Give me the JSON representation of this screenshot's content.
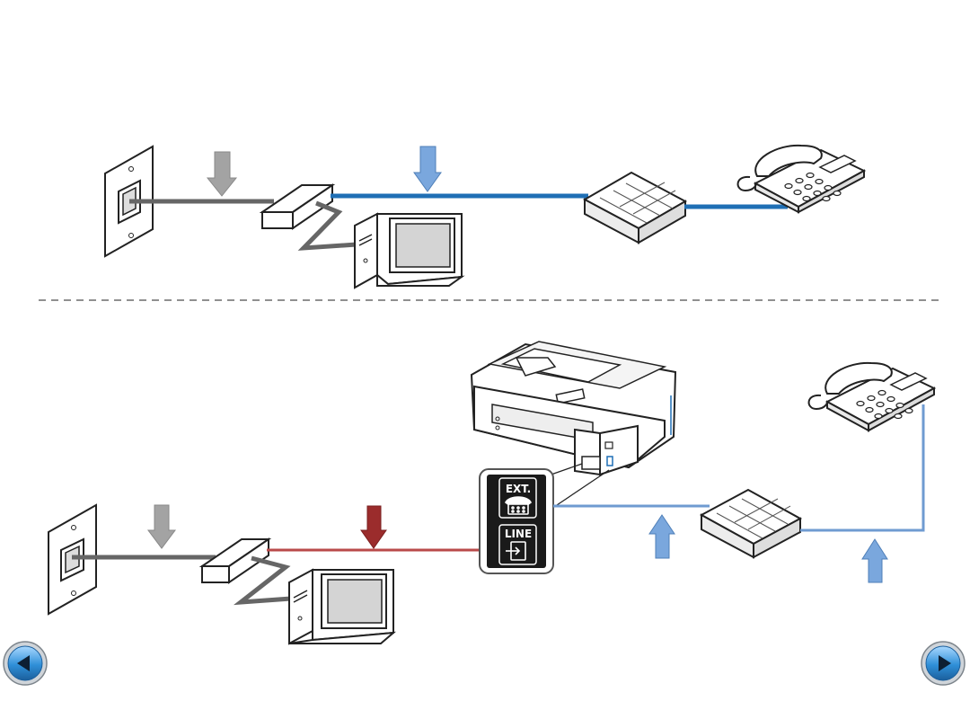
{
  "ports": {
    "ext_label": "EXT.",
    "line_label": "LINE"
  },
  "colors": {
    "dsl_line": "#1f6fb5",
    "red_line": "#b94a4a",
    "phone_line": "#6f9bd1",
    "arrow_blue": "#7aa7dd",
    "arrow_gray": "#a3a3a3",
    "arrow_red": "#9b2c2c",
    "nav_button": "#2f8fd8"
  },
  "icons": {
    "prev": "left-triangle",
    "next": "right-triangle"
  }
}
